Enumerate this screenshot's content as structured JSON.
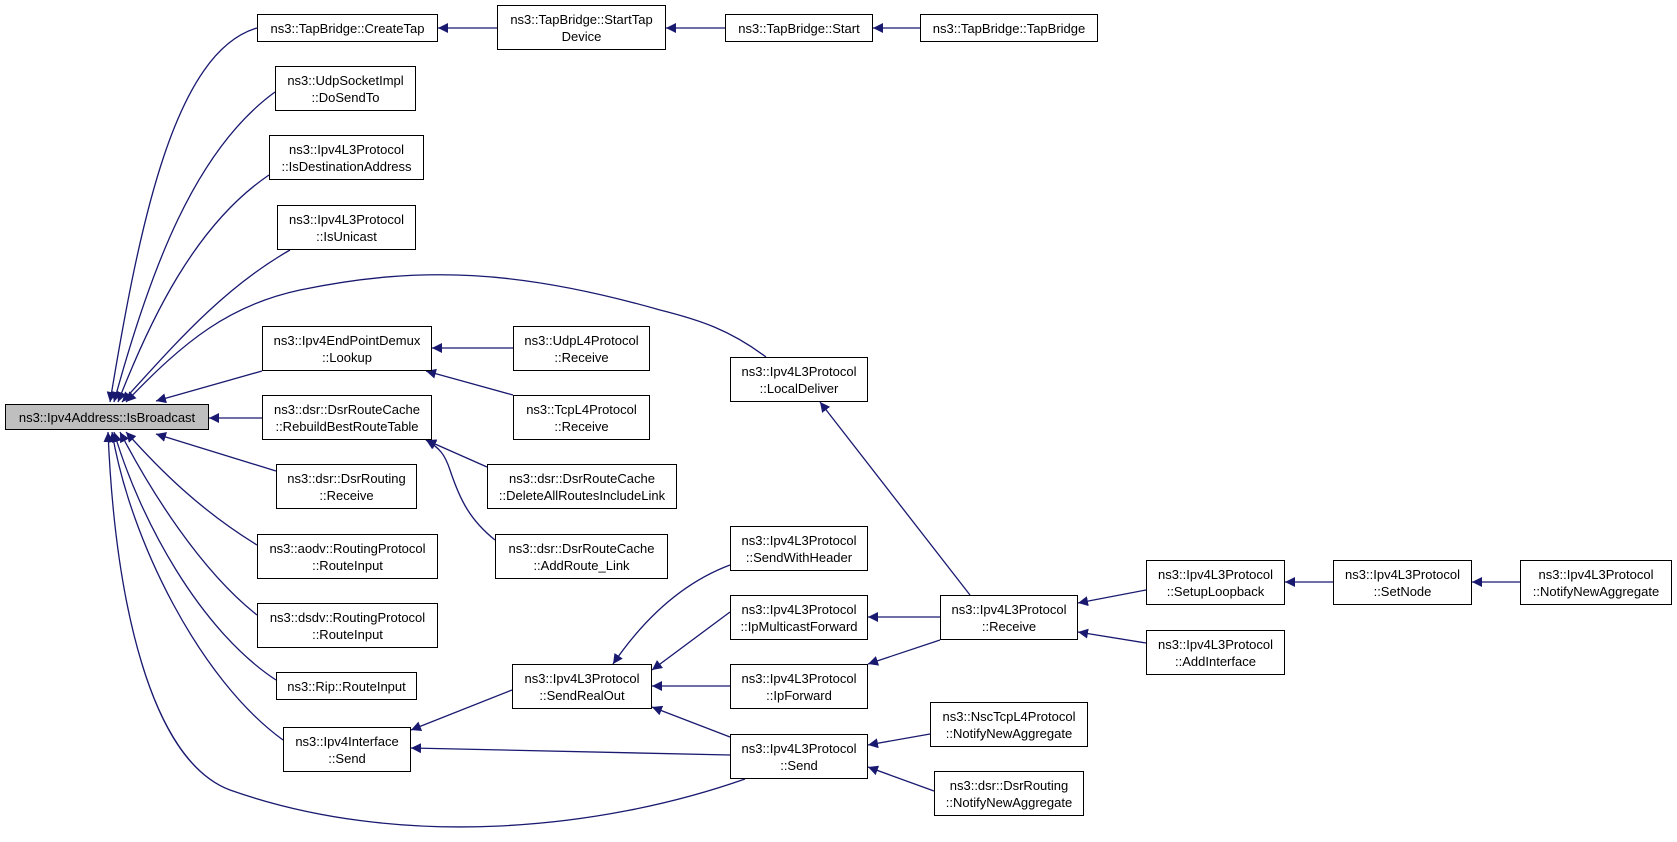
{
  "colors": {
    "edge": "#191970",
    "node_border": "#000000",
    "root_fill": "#bfbfbf",
    "node_fill": "#ffffff"
  },
  "nodes": {
    "isbroadcast": {
      "lines": [
        "ns3::Ipv4Address::IsBroadcast"
      ]
    },
    "createtap": {
      "lines": [
        "ns3::TapBridge::CreateTap"
      ]
    },
    "starttapdev": {
      "lines": [
        "ns3::TapBridge::StartTap",
        "Device"
      ]
    },
    "tbstart": {
      "lines": [
        "ns3::TapBridge::Start"
      ]
    },
    "tapbridge": {
      "lines": [
        "ns3::TapBridge::TapBridge"
      ]
    },
    "udpsock": {
      "lines": [
        "ns3::UdpSocketImpl",
        "::DoSendTo"
      ]
    },
    "isdest": {
      "lines": [
        "ns3::Ipv4L3Protocol",
        "::IsDestinationAddress"
      ]
    },
    "isunicast": {
      "lines": [
        "ns3::Ipv4L3Protocol",
        "::IsUnicast"
      ]
    },
    "lookup": {
      "lines": [
        "ns3::Ipv4EndPointDemux",
        "::Lookup"
      ]
    },
    "udprecv": {
      "lines": [
        "ns3::UdpL4Protocol",
        "::Receive"
      ]
    },
    "tcprecv": {
      "lines": [
        "ns3::TcpL4Protocol",
        "::Receive"
      ]
    },
    "localdeliver": {
      "lines": [
        "ns3::Ipv4L3Protocol",
        "::LocalDeliver"
      ]
    },
    "rebuild": {
      "lines": [
        "ns3::dsr::DsrRouteCache",
        "::RebuildBestRouteTable"
      ]
    },
    "deleteall": {
      "lines": [
        "ns3::dsr::DsrRouteCache",
        "::DeleteAllRoutesIncludeLink"
      ]
    },
    "addroutelink": {
      "lines": [
        "ns3::dsr::DsrRouteCache",
        "::AddRoute_Link"
      ]
    },
    "dsrrecv": {
      "lines": [
        "ns3::dsr::DsrRouting",
        "::Receive"
      ]
    },
    "aodvri": {
      "lines": [
        "ns3::aodv::RoutingProtocol",
        "::RouteInput"
      ]
    },
    "dsdvri": {
      "lines": [
        "ns3::dsdv::RoutingProtocol",
        "::RouteInput"
      ]
    },
    "ripri": {
      "lines": [
        "ns3::Rip::RouteInput"
      ]
    },
    "ifsend": {
      "lines": [
        "ns3::Ipv4Interface",
        "::Send"
      ]
    },
    "sendrealout": {
      "lines": [
        "ns3::Ipv4L3Protocol",
        "::SendRealOut"
      ]
    },
    "sendwithheader": {
      "lines": [
        "ns3::Ipv4L3Protocol",
        "::SendWithHeader"
      ]
    },
    "ipmcast": {
      "lines": [
        "ns3::Ipv4L3Protocol",
        "::IpMulticastForward"
      ]
    },
    "ipforward": {
      "lines": [
        "ns3::Ipv4L3Protocol",
        "::IpForward"
      ]
    },
    "l3send": {
      "lines": [
        "ns3::Ipv4L3Protocol",
        "::Send"
      ]
    },
    "l3recv": {
      "lines": [
        "ns3::Ipv4L3Protocol",
        "::Receive"
      ]
    },
    "nsctcp": {
      "lines": [
        "ns3::NscTcpL4Protocol",
        "::NotifyNewAggregate"
      ]
    },
    "dsrnotify": {
      "lines": [
        "ns3::dsr::DsrRouting",
        "::NotifyNewAggregate"
      ]
    },
    "setuploop": {
      "lines": [
        "ns3::Ipv4L3Protocol",
        "::SetupLoopback"
      ]
    },
    "addif": {
      "lines": [
        "ns3::Ipv4L3Protocol",
        "::AddInterface"
      ]
    },
    "setnode": {
      "lines": [
        "ns3::Ipv4L3Protocol",
        "::SetNode"
      ]
    },
    "l3notify": {
      "lines": [
        "ns3::Ipv4L3Protocol",
        "::NotifyNewAggregate"
      ]
    }
  }
}
